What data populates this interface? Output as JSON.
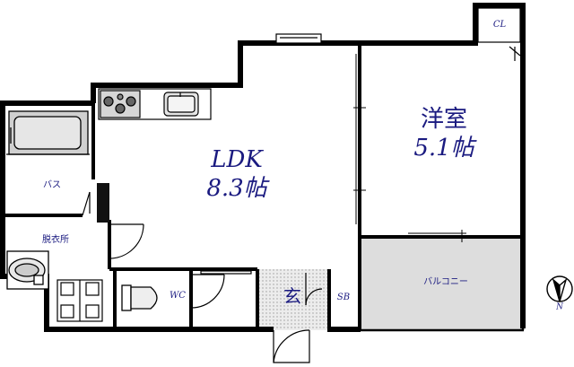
{
  "rooms": {
    "ldk_name": "LDK",
    "ldk_size": "8.3帖",
    "western_name": "洋室",
    "western_size": "5.1帖",
    "bath": "バス",
    "dressing": "脱衣所",
    "wc": "WC",
    "entrance": "玄",
    "shoe_box": "SB",
    "balcony": "バルコニー",
    "closet": "CL"
  },
  "compass": {
    "label": "N"
  },
  "colors": {
    "wall": "#000000",
    "room_label": "#1a1a80",
    "balcony_fill": "#dddddd",
    "entrance_fill": "#e6e6e6"
  }
}
